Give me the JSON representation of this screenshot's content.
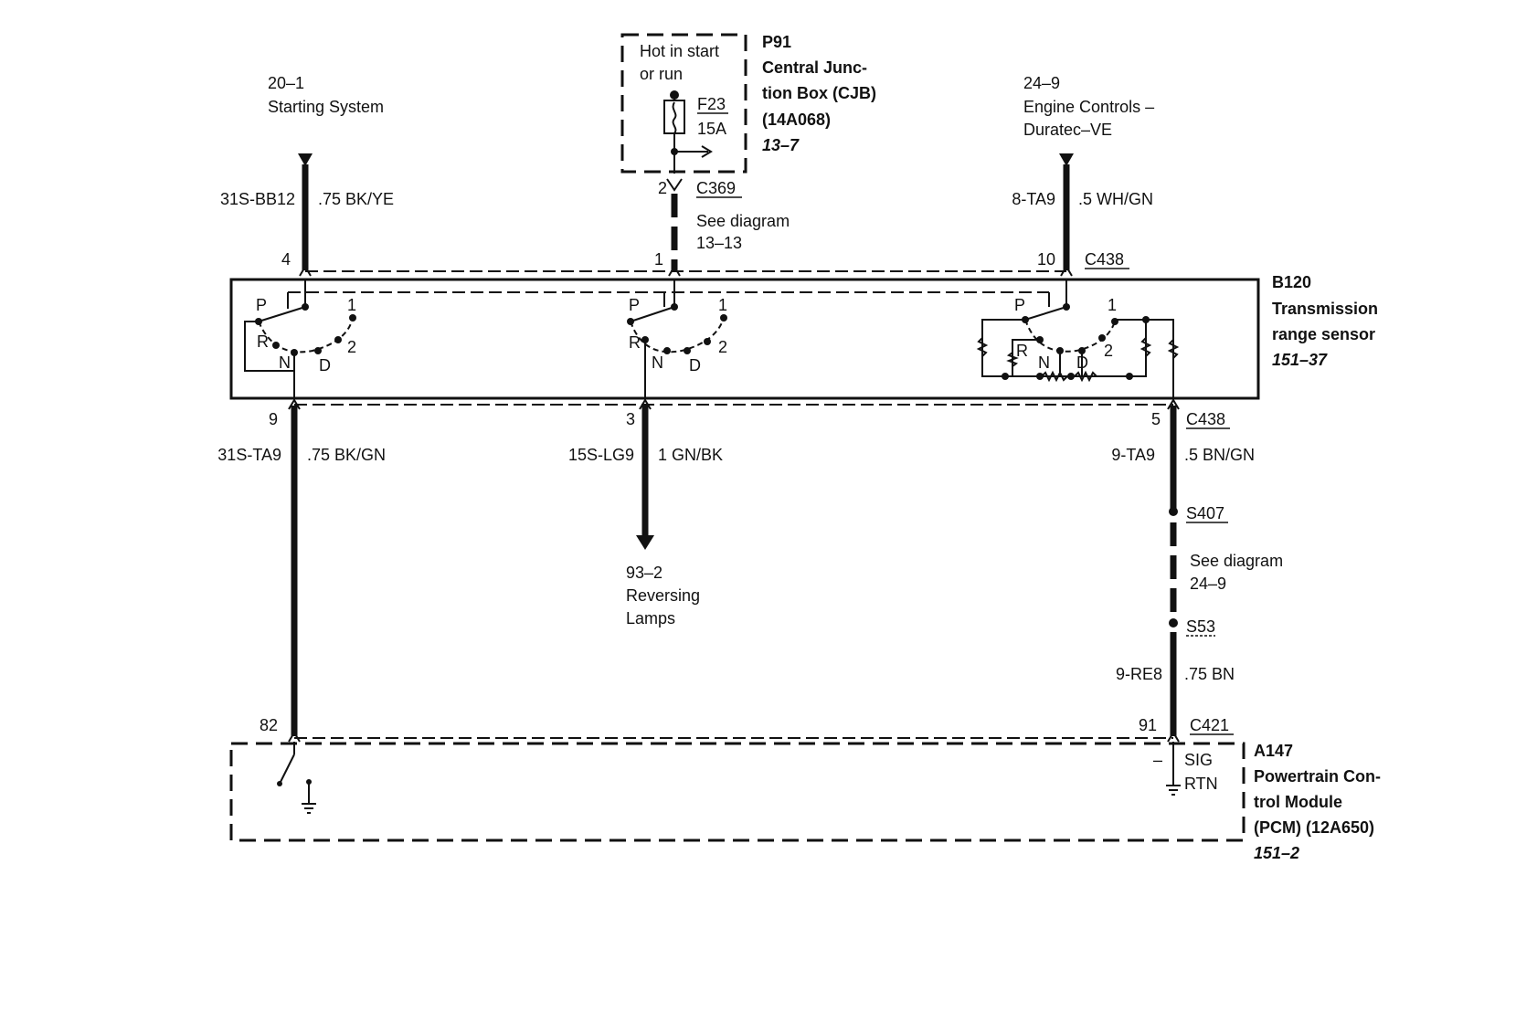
{
  "refs": {
    "starting": {
      "num": "20–1",
      "name": "Starting System"
    },
    "engine": {
      "num": "24–9",
      "line1": "Engine Controls –",
      "line2": "Duratec–VE"
    },
    "reversing": {
      "num": "93–2",
      "line1": "Reversing",
      "line2": "Lamps"
    }
  },
  "cjb": {
    "id": "P91",
    "name1": "Central Junc-",
    "name2": "tion Box (CJB)",
    "part": "(14A068)",
    "page": "13–7",
    "power1": "Hot in start",
    "power2": "or run",
    "fuse": "F23",
    "rating": "15A"
  },
  "sensor": {
    "id": "B120",
    "name1": "Transmission",
    "name2": "range sensor",
    "page": "151–37",
    "labels": {
      "p": "P",
      "r": "R",
      "n": "N",
      "d": "D",
      "one": "1",
      "two": "2"
    }
  },
  "pcm": {
    "id": "A147",
    "name1": "Powertrain Con-",
    "name2": "trol Module",
    "name3": "(PCM) (12A650)",
    "page": "151–2",
    "sig": "SIG",
    "rtn": "RTN",
    "minus": "–"
  },
  "connectors": {
    "c369": "C369",
    "c438_top": "C438",
    "c438_bottom": "C438",
    "c421": "C421",
    "s407": "S407",
    "s53": "S53"
  },
  "pins": {
    "p4": "4",
    "p1": "1",
    "p10": "10",
    "p2": "2",
    "p9": "9",
    "p3": "3",
    "p5": "5",
    "p82": "82",
    "p91": "91"
  },
  "circuits": {
    "w1": {
      "code": "31S-BB12",
      "spec": ".75 BK/YE"
    },
    "w2": {
      "code": "8-TA9",
      "spec": ".5 WH/GN"
    },
    "w3": {
      "code": "31S-TA9",
      "spec": ".75 BK/GN"
    },
    "w4": {
      "code": "15S-LG9",
      "spec": "1 GN/BK"
    },
    "w5": {
      "code": "9-TA9",
      "spec": ".5 BN/GN"
    },
    "w6": {
      "code": "9-RE8",
      "spec": ".75 BN"
    }
  },
  "notes": {
    "see1": "See diagram",
    "see1_num": "13–13",
    "see2": "See diagram",
    "see2_num": "24–9"
  }
}
